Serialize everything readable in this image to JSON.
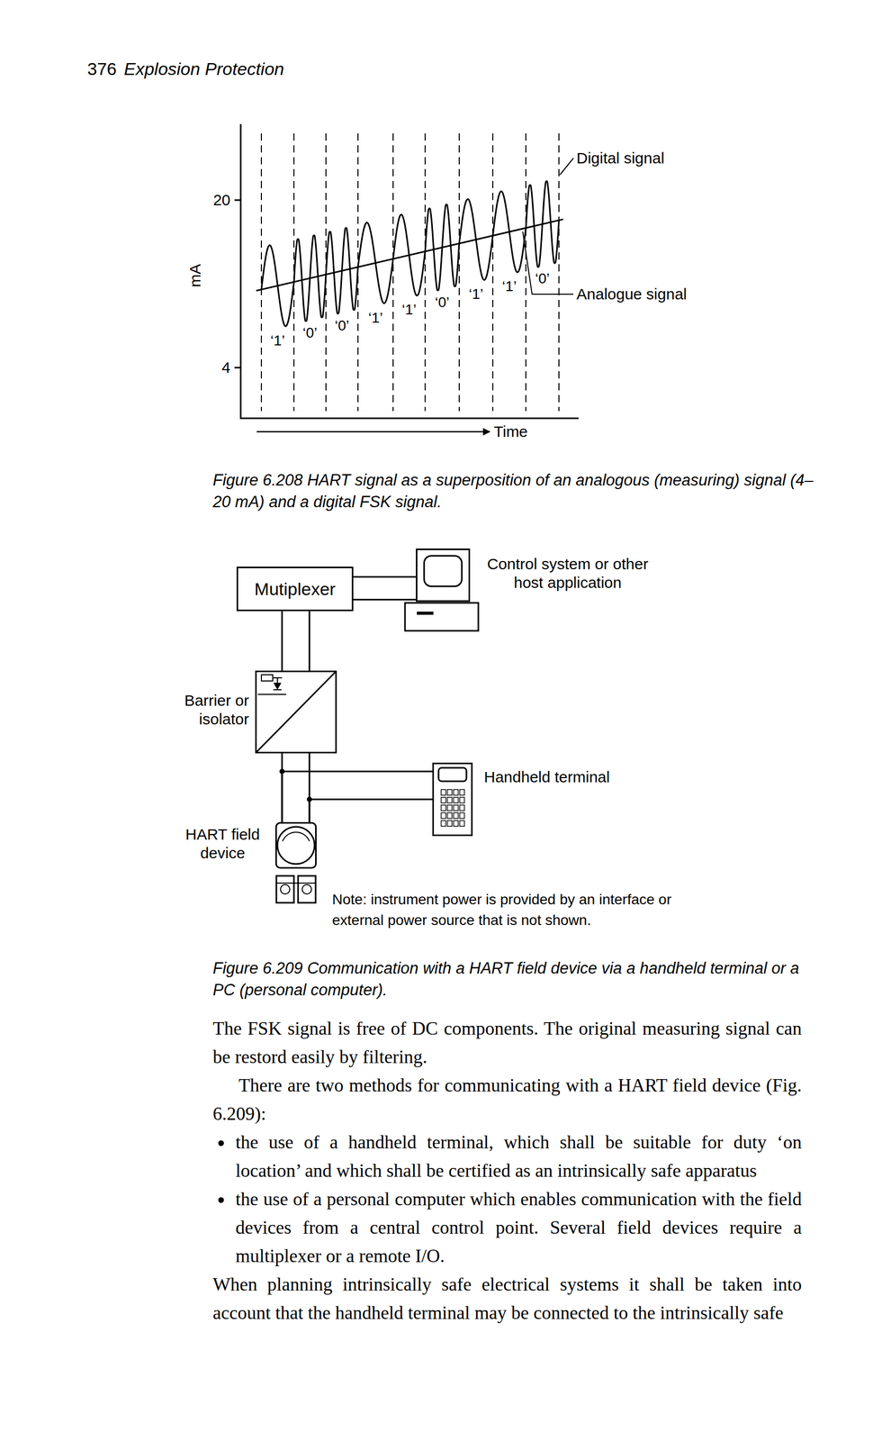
{
  "diagram": {
    "caption": "Figure 6.209 Communication with a HART field device via a handheld terminal or a PC (personal computer).",
    "nodes": [
      {
        "text": [
          "Mutiplexer"
        ]
      },
      {
        "text": [
          "Control system or other host application"
        ]
      },
      {
        "text": [
          "Barrier or isolator"
        ]
      },
      {
        "text": [
          "Handheld terminal"
        ]
      },
      {
        "text": [
          "HART field device"
        ]
      }
    ],
    "edges": [
      {
        "from": 0,
        "to": 1,
        "arrow": "none"
      },
      {
        "from": 0,
        "to": 2,
        "arrow": "none"
      },
      {
        "from": 2,
        "to": 4,
        "arrow": "none"
      },
      {
        "from": 3,
        "to": 4,
        "arrow": "none"
      }
    ],
    "labels": [
      "376",
      "Explosion Protection",
      "20",
      "mA",
      "4",
      "Digital signal",
      "‘1’",
      "‘0’",
      "‘0’",
      "‘1’",
      "‘1’",
      "‘0’",
      "‘1’",
      "‘1’",
      "‘0’",
      "Analogue signal",
      "Time",
      "Figure 6.208 HART signal as a superposition of an analogous (measuring) signal (4–20 mA) and a digital FSK signal.",
      "Note: instrument power is provided by an interface or external power source that is not shown.",
      "The FSK signal is free of DC components. The original measuring signal can be restord easily by filtering.",
      "There are two methods for communicating with a HART field device (Fig. 6.209):",
      "the use of a handheld terminal, which shall be suitable for duty ‘on location’ and which shall be certified as an intrinsically safe apparatus",
      "the use of a personal computer which enables communication with the field devices from a central control point. Several field devices require a multiplexer or a remote I/O.",
      "When planning intrinsically safe electrical systems it shall be taken into account that the handheld terminal may be connected to the intrinsically safe"
    ]
  }
}
